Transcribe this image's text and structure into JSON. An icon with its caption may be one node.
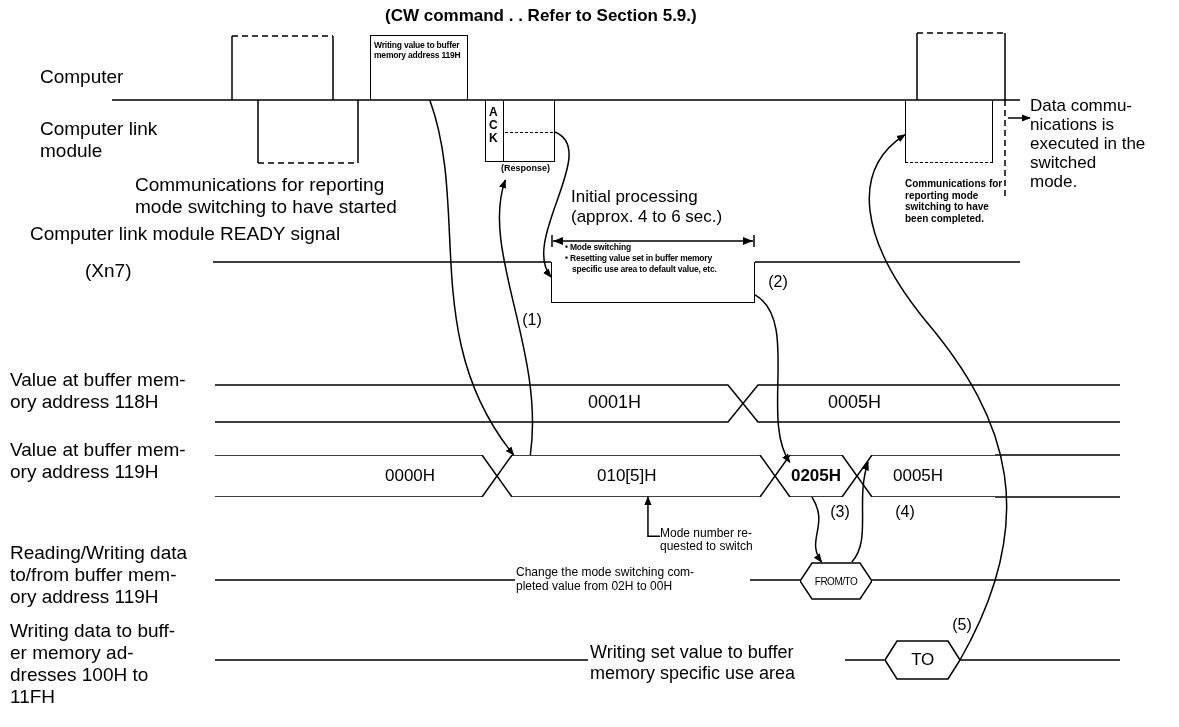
{
  "diagram": {
    "title": "(CW command . . Refer to Section 5.9.)",
    "nodes": [
      {
        "text": [
          "Writing value to buffer memory address 119H"
        ]
      },
      {
        "text": [
          "ACK"
        ],
        "beside": [
          "(Response)"
        ]
      },
      {
        "text": [],
        "shape": "box"
      },
      {
        "text": [
          "Data commu- nications is executed in the switched mode."
        ]
      },
      {
        "text": [
          "Initial processing (approx. 4 to 6 sec.)",
          "• Mode switching",
          "• Resetting value set in buffer memory specific use area to default value, etc."
        ]
      },
      {
        "text": [
          "0000H"
        ]
      },
      {
        "text": [
          "010[5]H"
        ]
      },
      {
        "text": [
          "0205H"
        ]
      },
      {
        "text": [
          "0005H"
        ]
      },
      {
        "text": [
          "Mode number re- quested to switch"
        ]
      },
      {
        "text": [
          "FROM/TO"
        ]
      },
      {
        "text": [
          "TO"
        ]
      }
    ],
    "edges": [
      {
        "from": 0,
        "to": 6,
        "arrow": "to"
      },
      {
        "from": 1,
        "to": 4,
        "arrow": "to"
      },
      {
        "from": 6,
        "to": 1,
        "arrow": "to",
        "label": "(1)"
      },
      {
        "from": 4,
        "to": 7,
        "arrow": "to",
        "label": "(2)"
      },
      {
        "from": 7,
        "to": 10,
        "arrow": "to",
        "label": "(3)"
      },
      {
        "from": 10,
        "to": 8,
        "arrow": "to",
        "label": "(4)"
      },
      {
        "from": 11,
        "to": 2,
        "arrow": "to",
        "label": "(5)"
      },
      {
        "from": 9,
        "to": 6,
        "arrow": "to"
      },
      {
        "from": null,
        "to": 3,
        "arrow": "to"
      }
    ],
    "labels": [
      "Computer",
      "Computer link module",
      "Communications for reporting mode switching to have started",
      "Communications for reporting mode switching to have been completed.",
      "Computer link module READY signal",
      "(Xn7)",
      "Value at buffer mem- ory address 118H",
      "0001H",
      "0005H",
      "Value at buffer mem- ory address 119H",
      "Reading/Writing data to/from buffer mem- ory address 119H",
      "Change the mode switching com- pleted value from 02H to 00H",
      "Writing data to buff- er memory ad- dresses 100H to 11FH",
      "Writing set value to buffer memory specific use area"
    ]
  }
}
